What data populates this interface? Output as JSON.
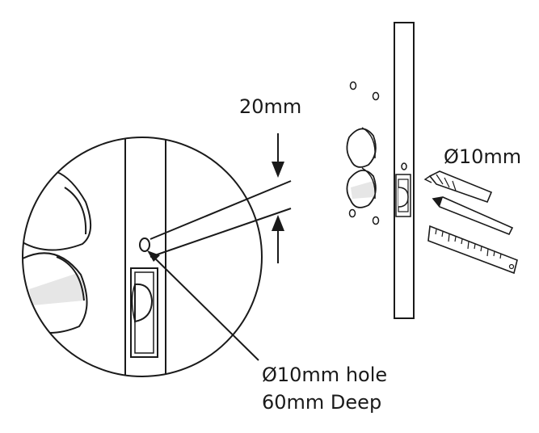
{
  "labels": {
    "gap": "20mm",
    "drill_size": "Ø10mm",
    "hole_line1": "Ø10mm hole",
    "hole_line2": "60mm Deep"
  },
  "colors": {
    "stroke": "#1a1a1a",
    "shade": "#e6e6e6",
    "background": "#ffffff"
  },
  "icons": [
    "drill-bit-icon",
    "pencil-icon",
    "ruler-icon",
    "arrow-icon"
  ]
}
